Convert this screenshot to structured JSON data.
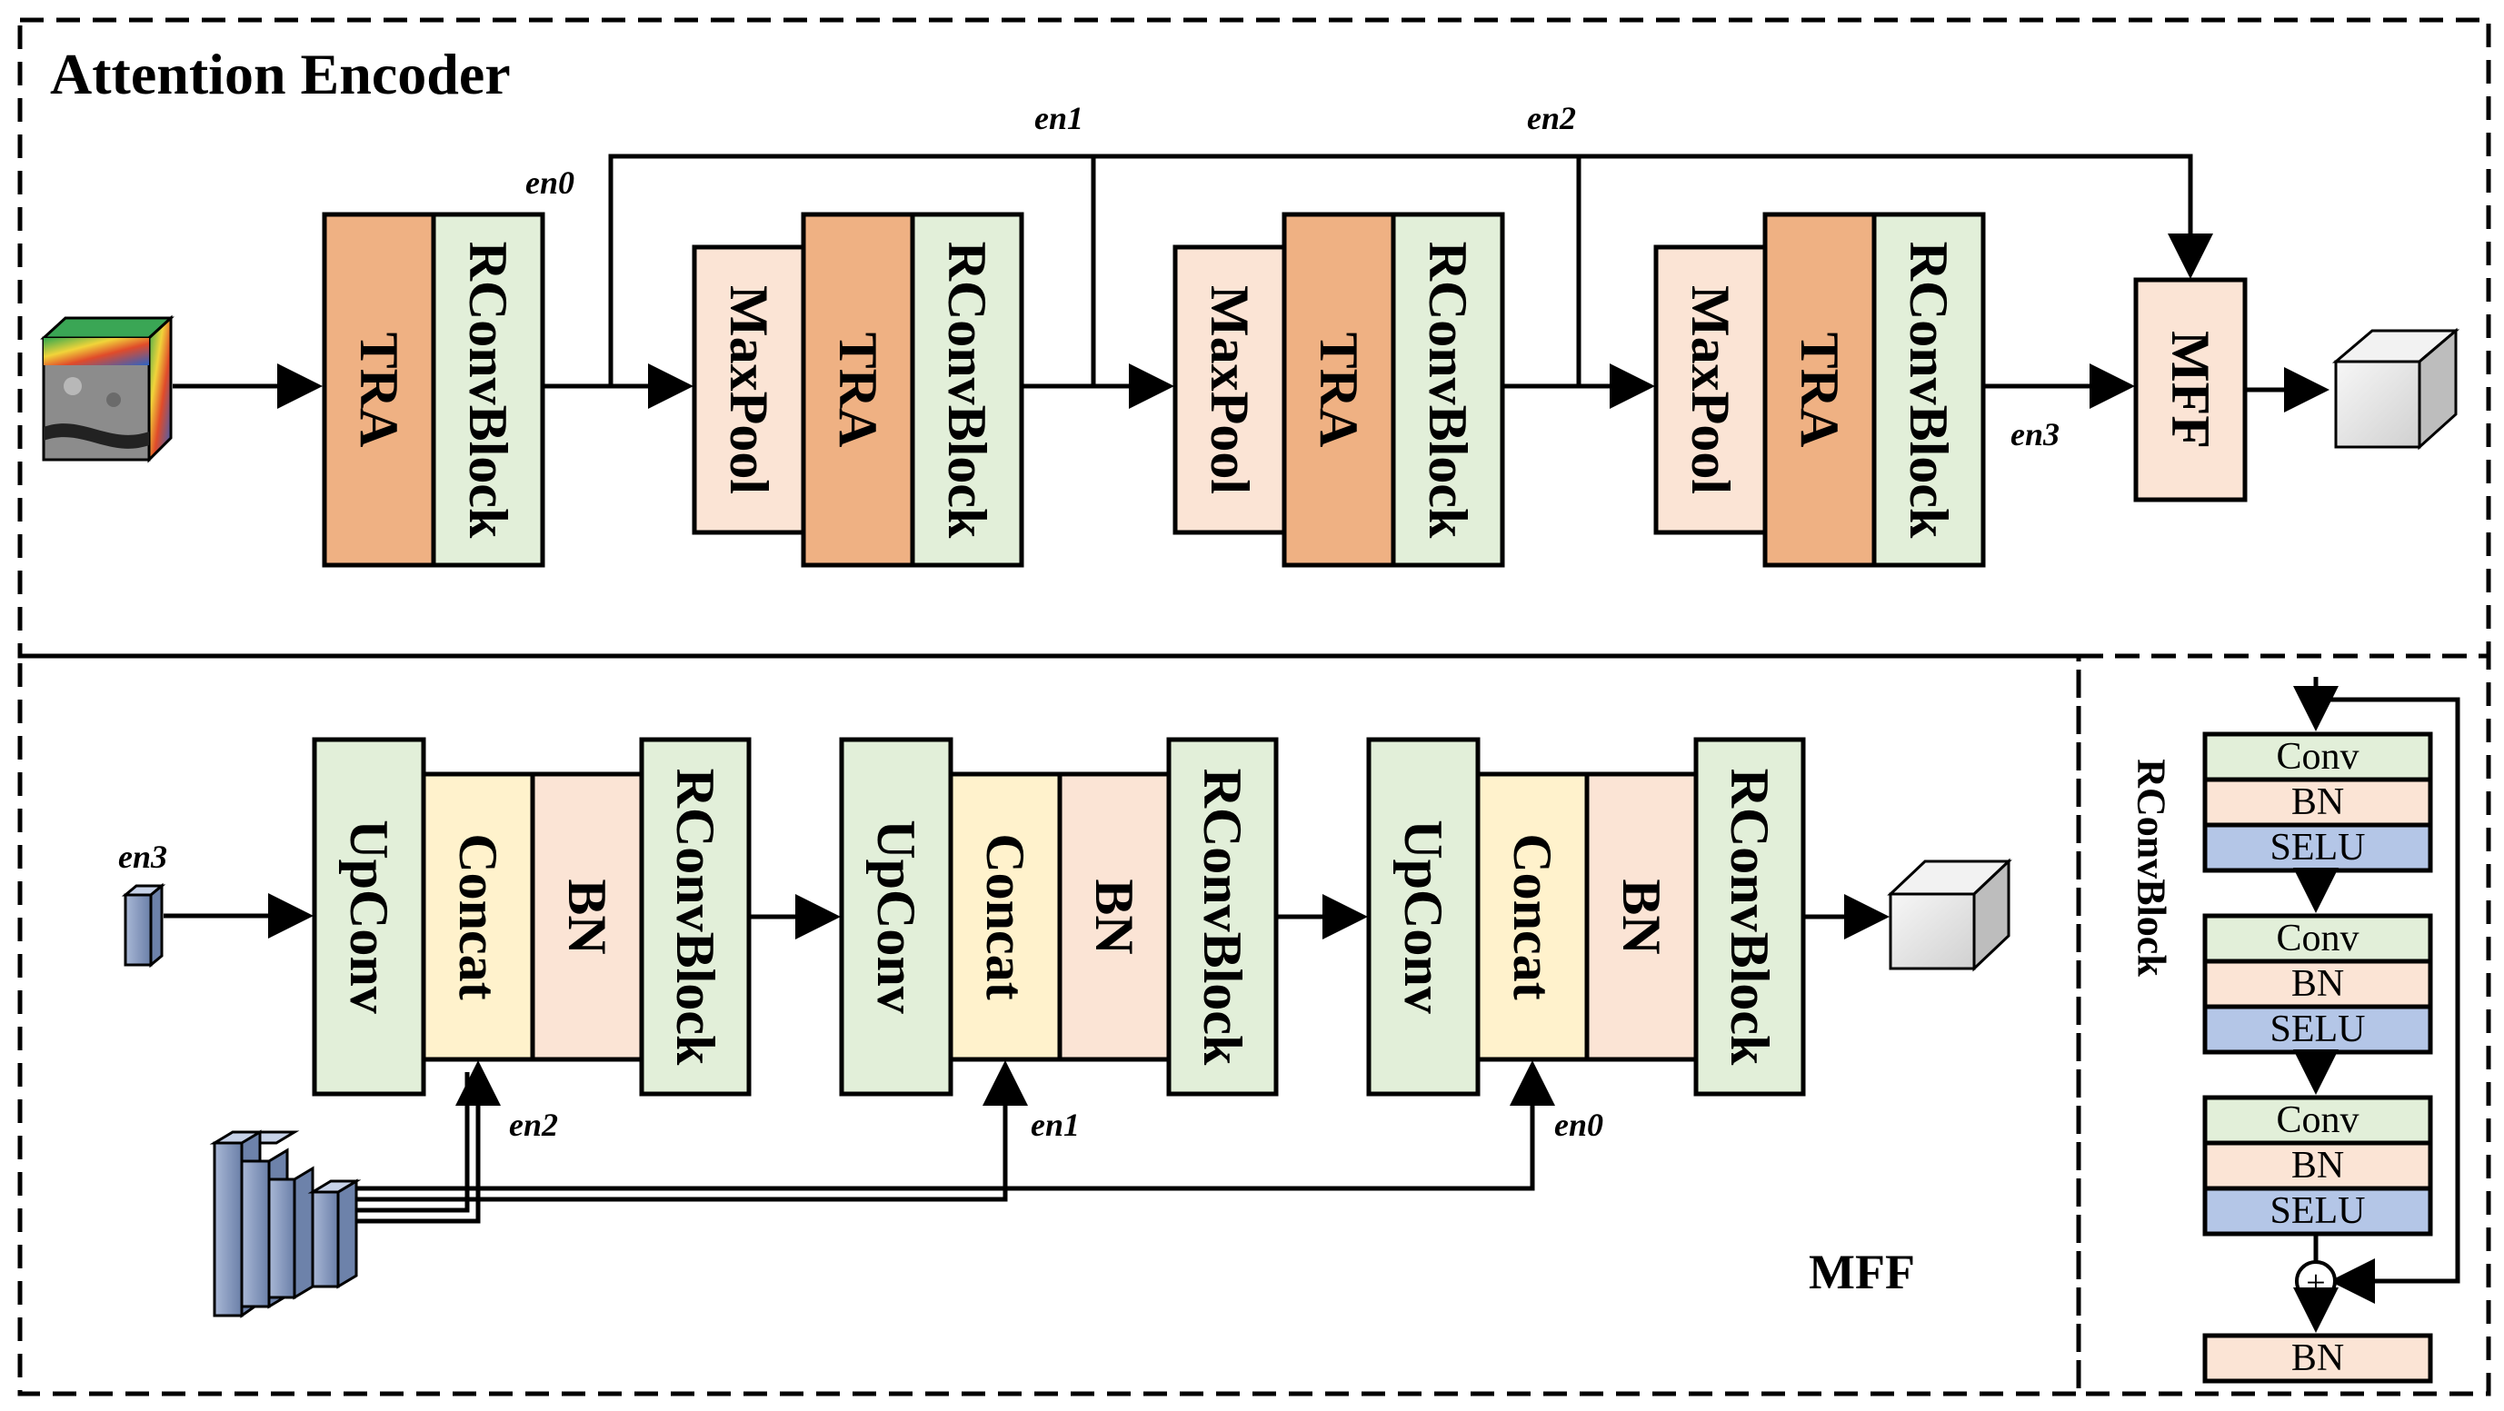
{
  "colors": {
    "tra": "#efb183",
    "rconv": "#e2efd9",
    "maxpool": "#fbe4d5",
    "mff": "#fbe4d5",
    "upconv": "#e2efd9",
    "concat": "#fff2cc",
    "bn": "#fbe4d5",
    "conv": "#e2efd9",
    "selu": "#b4c6e7"
  },
  "encoder": {
    "title": "Attention Encoder",
    "tra_label": "TRA",
    "rconv_label": "RConvBlock",
    "maxpool_label": "MaxPool",
    "mff_label": "MFF",
    "edges": {
      "en0": "en0",
      "en1": "en1",
      "en2": "en2",
      "en3": "en3"
    }
  },
  "mff": {
    "title": "MFF",
    "upconv_label": "UpConv",
    "concat_label": "Concat",
    "bn_label": "BN",
    "rconv_label": "RConvBlock",
    "input_label": "en3",
    "edges": {
      "en2": "en2",
      "en1": "en1",
      "en0": "en0"
    }
  },
  "rconvblock": {
    "title": "RConvBlock",
    "conv": "Conv",
    "bn": "BN",
    "selu": "SELU",
    "final_bn": "BN",
    "add_symbol": "+"
  }
}
